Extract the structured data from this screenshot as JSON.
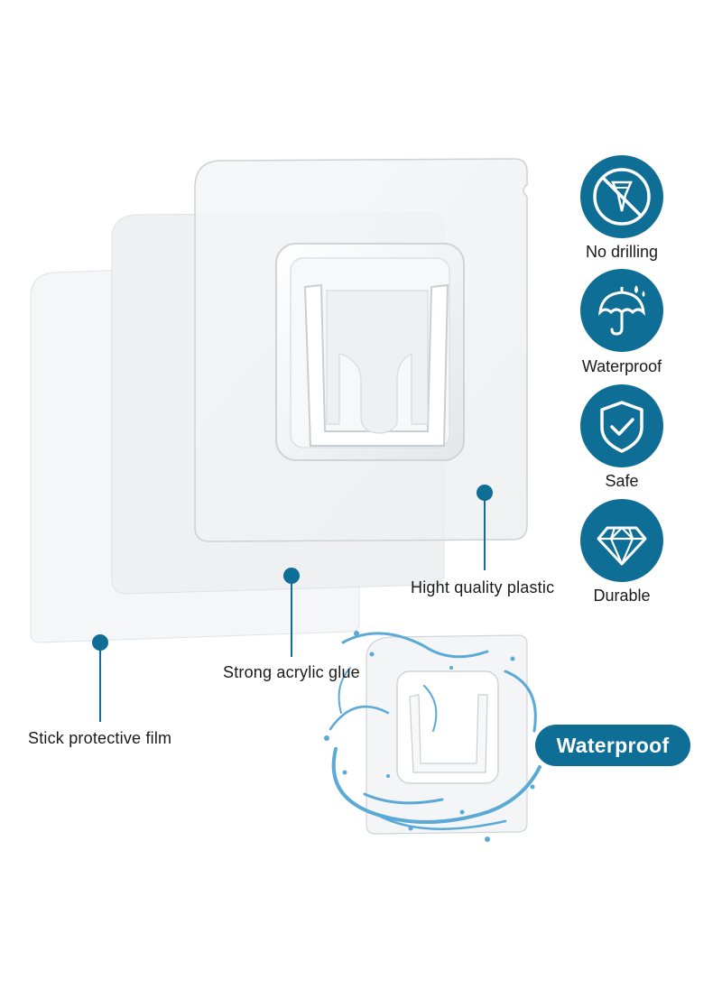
{
  "labels": {
    "plastic": "Hight quality plastic",
    "glue": "Strong acrylic glue",
    "film": "Stick protective film"
  },
  "features": [
    {
      "icon": "no-drilling-icon",
      "label": "No drilling"
    },
    {
      "icon": "umbrella-icon",
      "label": "Waterproof"
    },
    {
      "icon": "shield-check-icon",
      "label": "Safe"
    },
    {
      "icon": "diamond-icon",
      "label": "Durable"
    }
  ],
  "badge": {
    "label": "Waterproof"
  },
  "colors": {
    "accent": "#0e6e96",
    "callout": "#0e6e96",
    "splash": "#5aa9d6"
  }
}
